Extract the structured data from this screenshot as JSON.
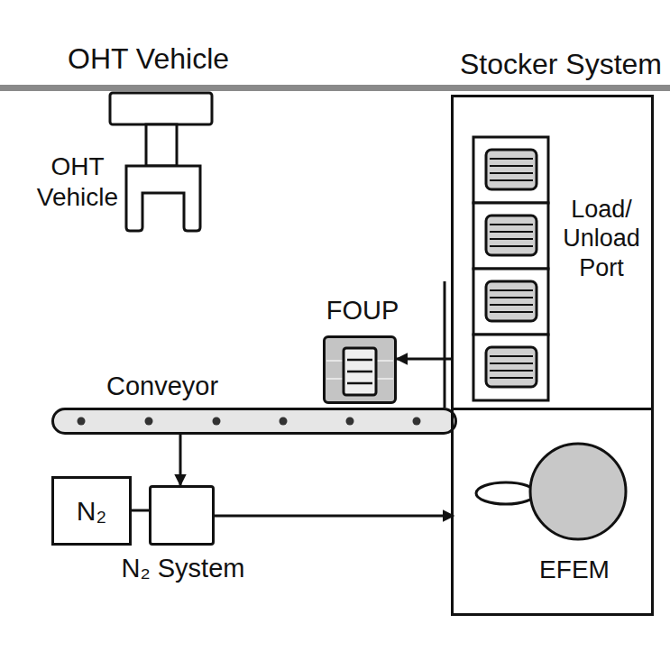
{
  "diagram": {
    "nodes": [
      {
        "text": [
          "Stocker System"
        ]
      },
      {
        "text": [
          "Load/ Unload Port"
        ],
        "in": 0
      },
      {
        "text": [
          "EFEM"
        ],
        "in": 0
      },
      {
        "text": [
          "FOUP"
        ]
      },
      {
        "text": [
          "Conveyor"
        ]
      },
      {
        "text": [
          "N₂"
        ]
      },
      {
        "text": [
          "N₂ System"
        ]
      }
    ],
    "edges": [
      {
        "from": 1,
        "to": 3,
        "arrow": "to"
      },
      {
        "from": 4,
        "to": 6,
        "arrow": "to"
      },
      {
        "from": 6,
        "to": 2,
        "arrow": "to"
      },
      {
        "from": 5,
        "to": 6,
        "arrow": "none"
      }
    ],
    "labels": [
      "OHT Vehicle",
      "OHT Vehicle"
    ]
  }
}
